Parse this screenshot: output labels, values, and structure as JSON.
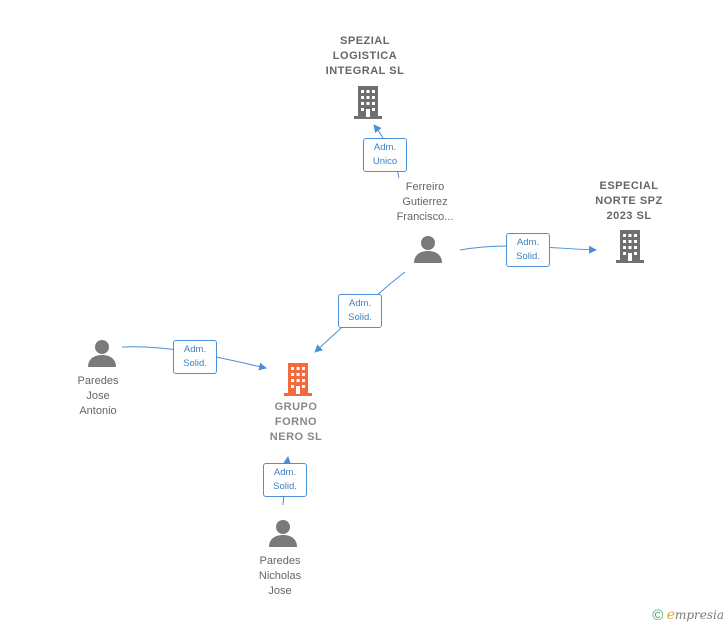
{
  "nodes": {
    "spezial": {
      "label_lines": [
        "SPEZIAL",
        "LOGISTICA",
        "INTEGRAL SL"
      ]
    },
    "especial": {
      "label_lines": [
        "ESPECIAL",
        "NORTE SPZ",
        "2023  SL"
      ]
    },
    "grupo": {
      "label_lines": [
        "GRUPO",
        "FORNO",
        "NERO  SL"
      ]
    },
    "ferreiro": {
      "label_lines": [
        "Ferreiro",
        "Gutierrez",
        "Francisco..."
      ]
    },
    "paredes_jose": {
      "label_lines": [
        "Paredes",
        "Jose",
        "Antonio"
      ]
    },
    "paredes_nicholas": {
      "label_lines": [
        "Paredes",
        "Nicholas",
        "Jose"
      ]
    }
  },
  "relations": {
    "ferreiro_spezial": [
      "Adm.",
      "Unico"
    ],
    "ferreiro_especial": [
      "Adm.",
      "Solid."
    ],
    "ferreiro_grupo": [
      "Adm.",
      "Solid."
    ],
    "jose_grupo": [
      "Adm.",
      "Solid."
    ],
    "nicholas_grupo": [
      "Adm.",
      "Solid."
    ]
  },
  "colors": {
    "company_gray": "#6f6f6f",
    "company_main": "#f26a3d",
    "person": "#7a7a7a",
    "edge": "#4a90d9"
  },
  "icons": {
    "company": "building-icon",
    "person": "person-icon"
  },
  "brand": {
    "copyright": "©",
    "first_letter": "e",
    "rest": "mpresia"
  }
}
